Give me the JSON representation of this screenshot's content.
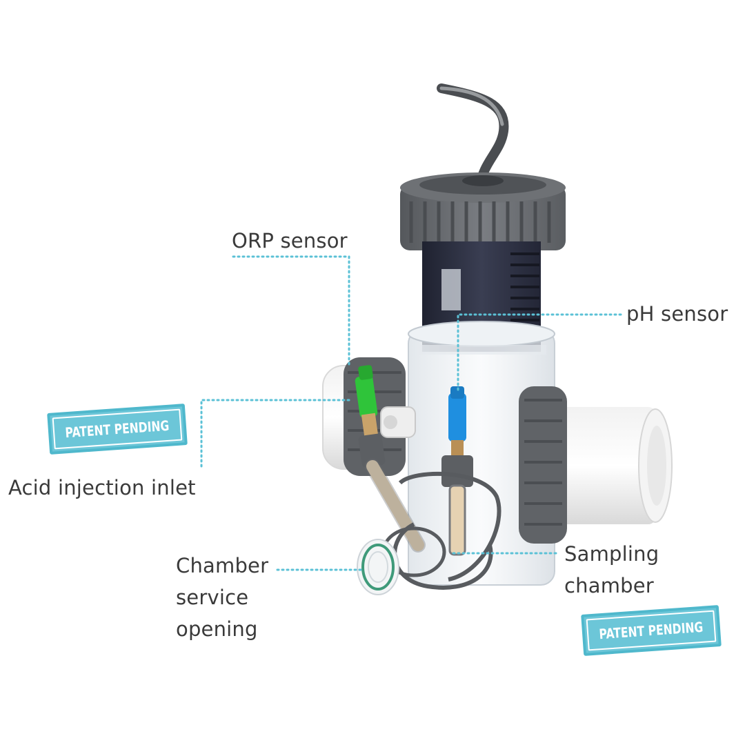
{
  "labels": {
    "orp_sensor": "ORP sensor",
    "ph_sensor": "pH sensor",
    "acid_injection_inlet": "Acid injection inlet",
    "chamber_service_opening": [
      "Chamber",
      "service",
      "opening"
    ],
    "sampling_chamber": [
      "Sampling",
      "chamber"
    ]
  },
  "stamps": {
    "left": "PATENT PENDING",
    "right": "PATENT PENDING"
  },
  "colors": {
    "leader": "#5bc1d6",
    "stamp": "#6cc6d8",
    "text": "#3a3a3a",
    "orp_tip": "#2fc43a",
    "ph_tip": "#1f8fe0",
    "housing": "#6b6e72",
    "body": "#2c2f3d"
  }
}
